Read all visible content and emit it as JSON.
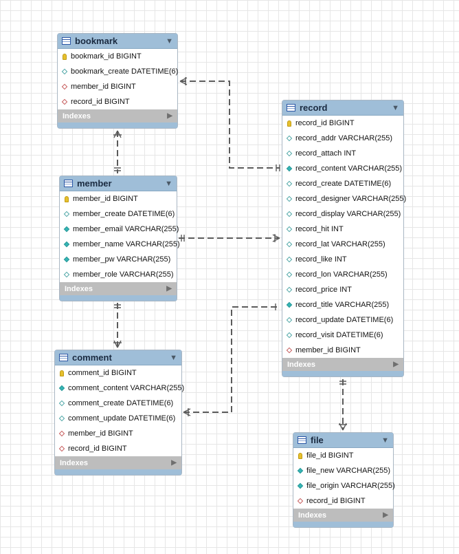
{
  "indexes_label": "Indexes",
  "tables": [
    {
      "id": "bookmark",
      "name": "bookmark",
      "columns": [
        {
          "name": "bookmark_id BIGINT",
          "kind": "pk"
        },
        {
          "name": "bookmark_create DATETIME(6)",
          "kind": "col"
        },
        {
          "name": "member_id BIGINT",
          "kind": "fk"
        },
        {
          "name": "record_id BIGINT",
          "kind": "fk"
        }
      ]
    },
    {
      "id": "member",
      "name": "member",
      "columns": [
        {
          "name": "member_id BIGINT",
          "kind": "pk"
        },
        {
          "name": "member_create DATETIME(6)",
          "kind": "col"
        },
        {
          "name": "member_email VARCHAR(255)",
          "kind": "nn"
        },
        {
          "name": "member_name VARCHAR(255)",
          "kind": "nn"
        },
        {
          "name": "member_pw VARCHAR(255)",
          "kind": "nn"
        },
        {
          "name": "member_role VARCHAR(255)",
          "kind": "col"
        }
      ]
    },
    {
      "id": "comment",
      "name": "comment",
      "columns": [
        {
          "name": "comment_id BIGINT",
          "kind": "pk"
        },
        {
          "name": "comment_content VARCHAR(255)",
          "kind": "nn"
        },
        {
          "name": "comment_create DATETIME(6)",
          "kind": "col"
        },
        {
          "name": "comment_update DATETIME(6)",
          "kind": "col"
        },
        {
          "name": "member_id BIGINT",
          "kind": "fk"
        },
        {
          "name": "record_id BIGINT",
          "kind": "fk"
        }
      ]
    },
    {
      "id": "record",
      "name": "record",
      "columns": [
        {
          "name": "record_id BIGINT",
          "kind": "pk"
        },
        {
          "name": "record_addr VARCHAR(255)",
          "kind": "col"
        },
        {
          "name": "record_attach INT",
          "kind": "col"
        },
        {
          "name": "record_content VARCHAR(255)",
          "kind": "nn"
        },
        {
          "name": "record_create DATETIME(6)",
          "kind": "col"
        },
        {
          "name": "record_designer VARCHAR(255)",
          "kind": "col"
        },
        {
          "name": "record_display VARCHAR(255)",
          "kind": "col"
        },
        {
          "name": "record_hit INT",
          "kind": "col"
        },
        {
          "name": "record_lat VARCHAR(255)",
          "kind": "col"
        },
        {
          "name": "record_like INT",
          "kind": "col"
        },
        {
          "name": "record_lon VARCHAR(255)",
          "kind": "col"
        },
        {
          "name": "record_price INT",
          "kind": "col"
        },
        {
          "name": "record_title VARCHAR(255)",
          "kind": "nn"
        },
        {
          "name": "record_update DATETIME(6)",
          "kind": "col"
        },
        {
          "name": "record_visit DATETIME(6)",
          "kind": "col"
        },
        {
          "name": "member_id BIGINT",
          "kind": "fk"
        }
      ]
    },
    {
      "id": "file",
      "name": "file",
      "columns": [
        {
          "name": "file_id BIGINT",
          "kind": "pk"
        },
        {
          "name": "file_new VARCHAR(255)",
          "kind": "nn"
        },
        {
          "name": "file_origin VARCHAR(255)",
          "kind": "nn"
        },
        {
          "name": "record_id BIGINT",
          "kind": "fk"
        }
      ]
    }
  ],
  "relationships": [
    {
      "from": "record",
      "to": "bookmark",
      "cardinality": "one-to-many"
    },
    {
      "from": "member",
      "to": "bookmark",
      "cardinality": "one-to-many"
    },
    {
      "from": "member",
      "to": "record",
      "cardinality": "one-to-many"
    },
    {
      "from": "member",
      "to": "comment",
      "cardinality": "one-to-many"
    },
    {
      "from": "record",
      "to": "comment",
      "cardinality": "one-to-many"
    },
    {
      "from": "record",
      "to": "file",
      "cardinality": "one-to-many"
    }
  ]
}
